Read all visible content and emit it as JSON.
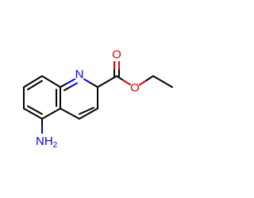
{
  "molecule": {
    "atoms": {
      "ring_nitrogen": {
        "label": "N",
        "color": "#0000e0"
      },
      "carbonyl_oxygen": {
        "label": "O",
        "color": "#e00000"
      },
      "ester_oxygen": {
        "label": "O",
        "color": "#e00000"
      },
      "amino": {
        "label": "NH",
        "subscript": "2",
        "color": "#0000e0"
      }
    },
    "bond_color": "#000000"
  }
}
